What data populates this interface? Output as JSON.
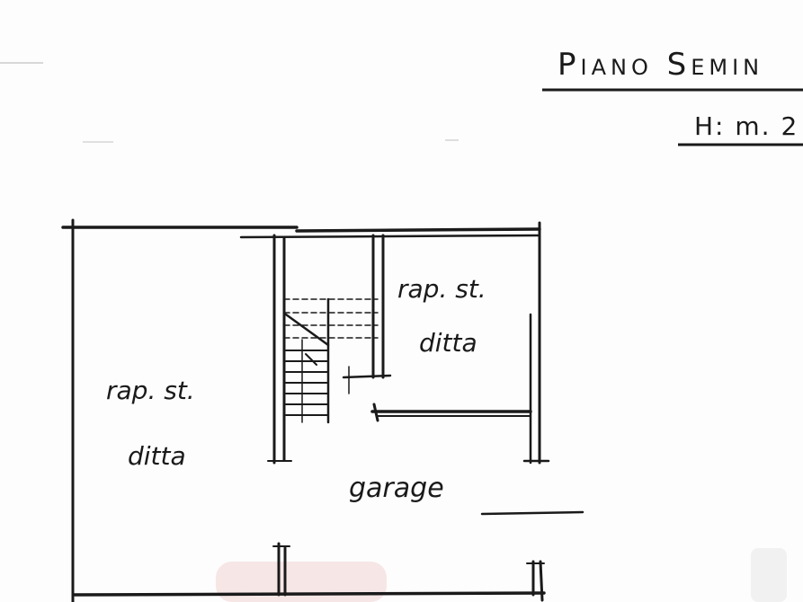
{
  "title": {
    "text": "Piano Semin"
  },
  "height_note": {
    "text": "H: m. 2"
  },
  "rooms": {
    "left": {
      "line1": "rap. st.",
      "line2": "ditta"
    },
    "right": {
      "line1": "rap. st.",
      "line2": "ditta"
    },
    "garage": {
      "label": "garage"
    }
  },
  "colors": {
    "ink": "#1a1a1a",
    "paper": "#fdfdfd",
    "watermark": "#f4dcdc"
  }
}
